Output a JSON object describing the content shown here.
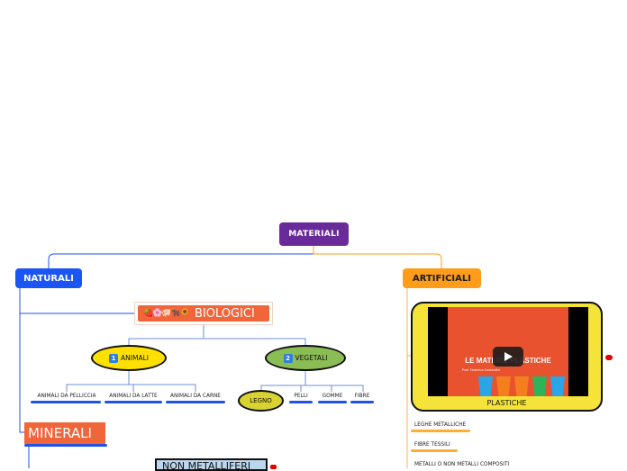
{
  "root": {
    "label": "MATERIALI"
  },
  "naturali": {
    "label": "NATURALI"
  },
  "artificiali": {
    "label": "ARTIFICIALI"
  },
  "biologici": {
    "label": "BIOLOGICI",
    "emojis": "🍓🌸🐖🐂🌻"
  },
  "animali": {
    "badge": "1",
    "label": "ANIMALI",
    "children": [
      "ANIMALI DA PELLICCIA",
      "ANIMALI DA LATTE",
      "ANIMALI DA CARNE"
    ]
  },
  "vegetali": {
    "badge": "2",
    "label": "VEGETALI",
    "children": [
      "LEGNO",
      "PELLI",
      "GOMME",
      "FIBRE"
    ]
  },
  "minerali": {
    "label": "MINERALI"
  },
  "non_metalliferi": {
    "label": "NON METALLIFERI"
  },
  "plastiche": {
    "label": "PLASTICHE",
    "video_title": "LE MATERIE PLASTICHE",
    "video_subtitle": "Prof. Federica Costantini"
  },
  "artificiali_children": [
    "LEGHE METALLICHE",
    "FIBRE TESSILI",
    "METALLI O NON METALLI COMPOSITI"
  ],
  "colors": {
    "root": "#6a2b9a",
    "naturali": "#1b56f5",
    "artificiali": "#ff9d1a",
    "biologici": "#f0653a",
    "animali": "#ffe000",
    "vegetali": "#8bbd55",
    "plastiche": "#f5e33a",
    "non_metalliferi": "#bcd6ee"
  }
}
